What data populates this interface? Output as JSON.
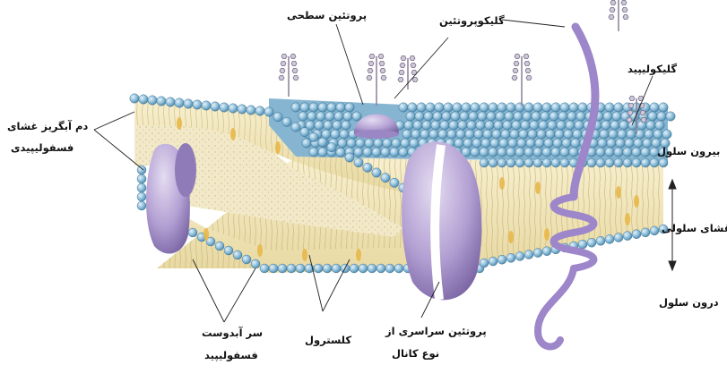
{
  "labels": {
    "surface_protein": "پروتئین سطحی",
    "glycoprotein": "گلیکوپروتئین",
    "glycolipid": "گلیکولیپید",
    "hydrophobic_tail_line1": "دم آبگریز غشای",
    "hydrophobic_tail_line2": "فسفولیپیدی",
    "outside_cell": "بیرون سلول",
    "cell_membrane": "غشای سلولی",
    "inside_cell": "درون سلول",
    "hydrophilic_head_line1": "سر آبدوست",
    "hydrophilic_head_line2": "فسفولیپید",
    "cholesterol": "کلسترول",
    "channel_protein_line1": "پروتئین سراسری از",
    "channel_protein_line2": "نوع کانال"
  },
  "colors": {
    "head": "#7fb2cf",
    "tail": "#f3e7bc",
    "protein": "#b9a6d6",
    "cholesterol": "#e8b84a",
    "sugar": "#a99fb7"
  }
}
